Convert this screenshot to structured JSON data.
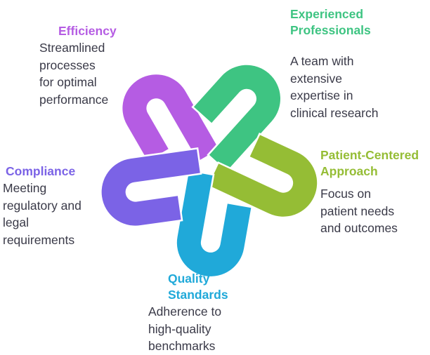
{
  "diagram": {
    "type": "interlocking-loops",
    "items": [
      {
        "id": "efficiency",
        "title": "Efficiency",
        "description": [
          "Streamlined",
          "processes",
          "for optimal",
          "performance"
        ],
        "color": "#b55ce3"
      },
      {
        "id": "experienced-professionals",
        "title": [
          "Experienced",
          "Professionals"
        ],
        "description": [
          "A team with",
          "extensive",
          "expertise in",
          "clinical research"
        ],
        "color": "#3ec482"
      },
      {
        "id": "patient-centered",
        "title": [
          "Patient-Centered",
          "Approach"
        ],
        "description": [
          "Focus on",
          "patient needs",
          "and outcomes"
        ],
        "color": "#95bd35"
      },
      {
        "id": "quality-standards",
        "title": [
          "Quality",
          "Standards"
        ],
        "description": [
          "Adherence to",
          "high-quality",
          "benchmarks"
        ],
        "color": "#20a9d9"
      },
      {
        "id": "compliance",
        "title": "Compliance",
        "description": [
          "Meeting",
          "regulatory and",
          "legal",
          "requirements"
        ],
        "color": "#7b63e6"
      }
    ]
  }
}
